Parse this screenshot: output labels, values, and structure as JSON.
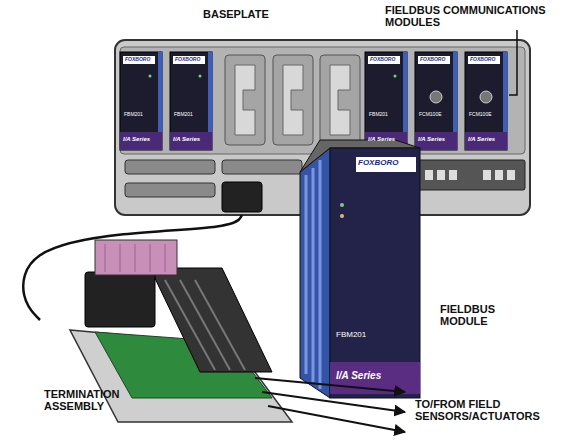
{
  "diagram": {
    "nodes": [
      {
        "text": [
          "BASEPLATE"
        ]
      },
      {
        "text": [
          "FOXBORO",
          "FBM201",
          "I/A Series",
          "FIELDBUS MODULE"
        ]
      },
      {
        "text": [
          "TERMINATION ASSEMBLY"
        ]
      }
    ],
    "edges": [
      {
        "from": 2,
        "to": 0,
        "arrow": "none"
      }
    ],
    "labels": [
      "FIELDBUS COMMUNICATIONS MODULES",
      "TO/FROM FIELD SENSORS/ACTUATORS",
      "FOXBORO",
      "FBM201",
      "I/A Series",
      "FOXBORO",
      "FBM201",
      "I/A Series",
      "FOXBORO",
      "FBM201",
      "I/A Series",
      "FOXBORO",
      "FCM100E",
      "I/A Series",
      "FOXBORO",
      "FCM100E",
      "I/A Series"
    ]
  }
}
